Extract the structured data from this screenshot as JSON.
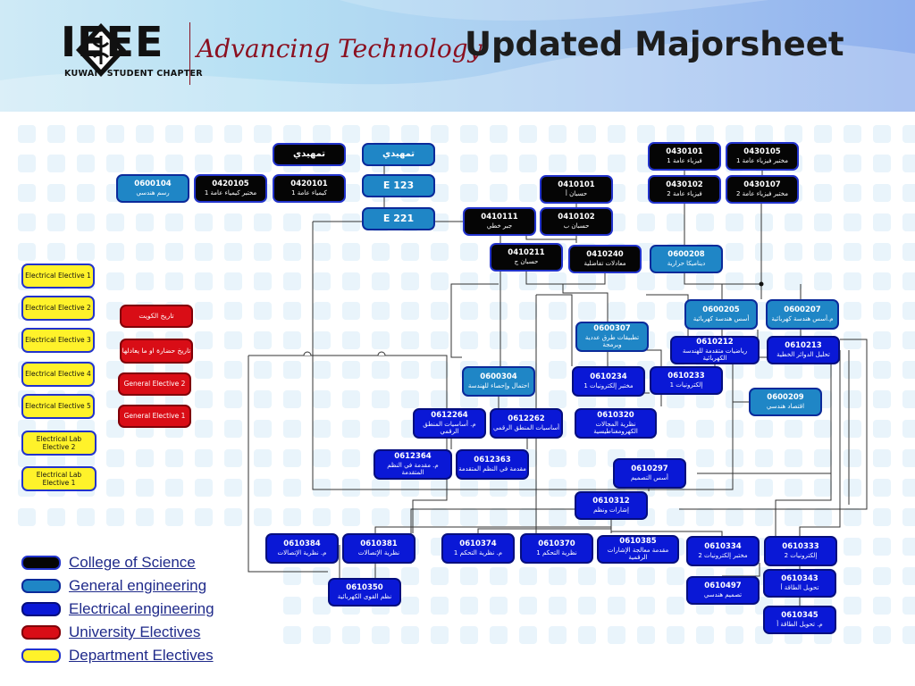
{
  "header": {
    "logo_word": "IEEE",
    "chapter": "KUWAIT STUDENT CHAPTER",
    "tagline": "Advancing Technology",
    "title": "Updated Majorsheet"
  },
  "colors": {
    "college_of_science": "#050505",
    "general_engineering": "#1f86c6",
    "electrical_engineering": "#0a18d6",
    "university_electives": "#d90d16",
    "department_electives": "#fff22a"
  },
  "courses": [
    {
      "id": "ar-tamhidi-1",
      "code": "",
      "name": "تمهيدي",
      "cat": "sci"
    },
    {
      "id": "ar-tamhidi-2",
      "code": "",
      "name": "تمهيدي",
      "cat": "gen"
    },
    {
      "id": "0600104",
      "code": "0600104",
      "name": "رسم هندسي",
      "cat": "gen"
    },
    {
      "id": "0420105",
      "code": "0420105",
      "name": "مختبر كيمياء عامة 1",
      "cat": "sci"
    },
    {
      "id": "0420101",
      "code": "0420101",
      "name": "كيمياء عامة 1",
      "cat": "sci"
    },
    {
      "id": "E123",
      "code": "E 123",
      "name": "",
      "cat": "gen"
    },
    {
      "id": "E221",
      "code": "E 221",
      "name": "",
      "cat": "gen"
    },
    {
      "id": "0430101",
      "code": "0430101",
      "name": "فيزياء عامة 1",
      "cat": "sci"
    },
    {
      "id": "0430105",
      "code": "0430105",
      "name": "مختبر فيزياء عامة 1",
      "cat": "sci"
    },
    {
      "id": "0430102",
      "code": "0430102",
      "name": "فيزياء عامة 2",
      "cat": "sci"
    },
    {
      "id": "0430107",
      "code": "0430107",
      "name": "مختبر فيزياء عامة 2",
      "cat": "sci"
    },
    {
      "id": "0410101",
      "code": "0410101",
      "name": "حسبان أ",
      "cat": "sci"
    },
    {
      "id": "0410111",
      "code": "0410111",
      "name": "جبر خطي",
      "cat": "sci"
    },
    {
      "id": "0410102",
      "code": "0410102",
      "name": "حسبان ب",
      "cat": "sci"
    },
    {
      "id": "0410211",
      "code": "0410211",
      "name": "حسبان ج",
      "cat": "sci"
    },
    {
      "id": "0410240",
      "code": "0410240",
      "name": "معادلات تفاضلية",
      "cat": "sci"
    },
    {
      "id": "0600208",
      "code": "0600208",
      "name": "ديناميكا حرارية",
      "cat": "gen"
    },
    {
      "id": "0600205",
      "code": "0600205",
      "name": "أسس هندسة كهربائية",
      "cat": "gen"
    },
    {
      "id": "0600207",
      "code": "0600207",
      "name": "م.أسس هندسة كهربائية",
      "cat": "gen"
    },
    {
      "id": "0600307",
      "code": "0600307",
      "name": "تطبيقات طرق عددية وبرمجة",
      "cat": "gen"
    },
    {
      "id": "0610212",
      "code": "0610212",
      "name": "رياضيات متقدمة للهندسة الكهربائية",
      "cat": "elec"
    },
    {
      "id": "0610213",
      "code": "0610213",
      "name": "تحليل الدوائر الخطية",
      "cat": "elec"
    },
    {
      "id": "0600304",
      "code": "0600304",
      "name": "احتمال وإحصاء للهندسة",
      "cat": "gen"
    },
    {
      "id": "0610234",
      "code": "0610234",
      "name": "مختبر إلكترونيات 1",
      "cat": "elec"
    },
    {
      "id": "0610233",
      "code": "0610233",
      "name": "إلكترونيات 1",
      "cat": "elec"
    },
    {
      "id": "0600209",
      "code": "0600209",
      "name": "اقتصاد هندسي",
      "cat": "gen"
    },
    {
      "id": "0612264",
      "code": "0612264",
      "name": "م. أساسيات المنطق الرقمي",
      "cat": "elec"
    },
    {
      "id": "0612262",
      "code": "0612262",
      "name": "أساسيات المنطق الرقمي",
      "cat": "elec"
    },
    {
      "id": "0610320",
      "code": "0610320",
      "name": "نظرية المجالات الكهرومغناطيسية",
      "cat": "elec"
    },
    {
      "id": "0612364",
      "code": "0612364",
      "name": "م. مقدمة في النظم المتقدمة",
      "cat": "elec"
    },
    {
      "id": "0612363",
      "code": "0612363",
      "name": "مقدمة في النظم المتقدمة",
      "cat": "elec"
    },
    {
      "id": "0610297",
      "code": "0610297",
      "name": "أسس التصميم",
      "cat": "elec"
    },
    {
      "id": "0610312",
      "code": "0610312",
      "name": "إشارات ونظم",
      "cat": "elec"
    },
    {
      "id": "0610384",
      "code": "0610384",
      "name": "م. نظرية الإتصالات",
      "cat": "elec"
    },
    {
      "id": "0610381",
      "code": "0610381",
      "name": "نظرية الإتصالات",
      "cat": "elec"
    },
    {
      "id": "0610374",
      "code": "0610374",
      "name": "م. نظرية التحكم 1",
      "cat": "elec"
    },
    {
      "id": "0610370",
      "code": "0610370",
      "name": "نظرية التحكم 1",
      "cat": "elec"
    },
    {
      "id": "0610385",
      "code": "0610385",
      "name": "مقدمة معالجة الإشارات الرقمية",
      "cat": "elec"
    },
    {
      "id": "0610334",
      "code": "0610334",
      "name": "مختبر إلكترونيات 2",
      "cat": "elec"
    },
    {
      "id": "0610333",
      "code": "0610333",
      "name": "إلكترونيات 2",
      "cat": "elec"
    },
    {
      "id": "0610350",
      "code": "0610350",
      "name": "نظم القوى الكهربائية",
      "cat": "elec"
    },
    {
      "id": "0610497",
      "code": "0610497",
      "name": "تصميم هندسي",
      "cat": "elec"
    },
    {
      "id": "0610343",
      "code": "0610343",
      "name": "تحويل الطاقة أ",
      "cat": "elec"
    },
    {
      "id": "0610345",
      "code": "0610345",
      "name": "م. تحويل الطاقة أ",
      "cat": "elec"
    },
    {
      "id": "el1",
      "code": "",
      "name": "Electrical Elective 1",
      "cat": "dept"
    },
    {
      "id": "el2",
      "code": "",
      "name": "Electrical Elective 2",
      "cat": "dept"
    },
    {
      "id": "el3",
      "code": "",
      "name": "Electrical Elective 3",
      "cat": "dept"
    },
    {
      "id": "el4",
      "code": "",
      "name": "Electrical Elective 4",
      "cat": "dept"
    },
    {
      "id": "el5",
      "code": "",
      "name": "Electrical Elective 5",
      "cat": "dept"
    },
    {
      "id": "ell2",
      "code": "",
      "name": "Electrical Lab Elective 2",
      "cat": "dept"
    },
    {
      "id": "ell1",
      "code": "",
      "name": "Electrical Lab Elective 1",
      "cat": "dept"
    },
    {
      "id": "ue-kuwait",
      "code": "",
      "name": "تاريخ الكويت",
      "cat": "univ"
    },
    {
      "id": "ue-hadara",
      "code": "",
      "name": "تاريخ حضارة او ما يعادلها",
      "cat": "univ"
    },
    {
      "id": "ge2",
      "code": "",
      "name": "General Elective 2",
      "cat": "univ"
    },
    {
      "id": "ge1",
      "code": "",
      "name": "General Elective 1",
      "cat": "univ"
    }
  ],
  "legend": [
    {
      "label": "College of Science",
      "cat": "sci"
    },
    {
      "label": "General engineering",
      "cat": "gen"
    },
    {
      "label": "Electrical engineering",
      "cat": "elec"
    },
    {
      "label": "University Electives",
      "cat": "univ"
    },
    {
      "label": "Department Electives",
      "cat": "dept"
    }
  ]
}
